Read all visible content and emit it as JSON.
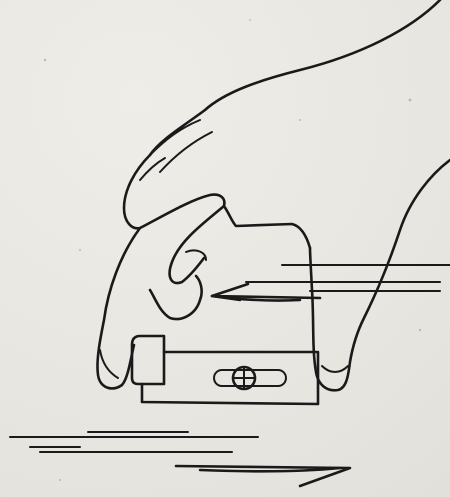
{
  "illustration": {
    "subject": "hand-pushing-device",
    "ink_color": "#1a1a1a",
    "paper_color": "#e9e7e1",
    "motion_direction_upper": "left",
    "motion_direction_lower": "right"
  }
}
